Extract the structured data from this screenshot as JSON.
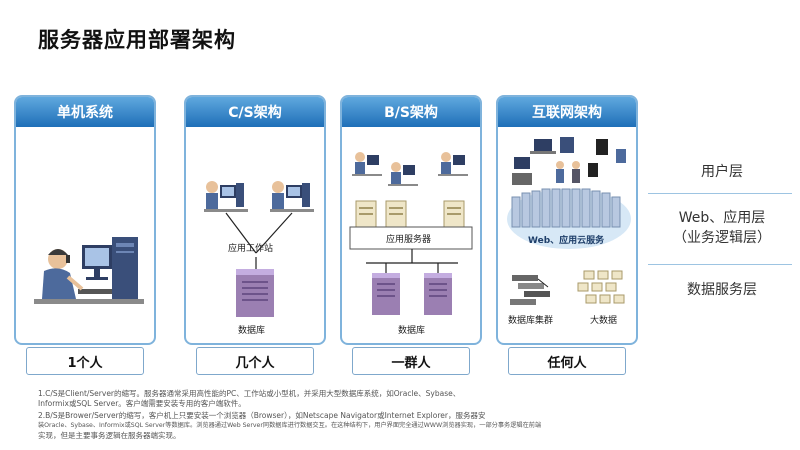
{
  "title": "服务器应用部署架构",
  "panels": [
    {
      "header": "单机系统",
      "footer": "1个人"
    },
    {
      "header": "C/S架构",
      "footer": "几个人",
      "label_top": "应用工作站",
      "label_bottom": "数据库"
    },
    {
      "header": "B/S架构",
      "footer": "一群人",
      "label_top": "应用服务器",
      "label_bottom": "数据库"
    },
    {
      "header": "互联网架构",
      "footer": "任何人",
      "cloud_label": "Web、应用云服务",
      "cluster_label": "数据库集群",
      "bigdata_label": "大数据"
    }
  ],
  "layers": {
    "user": "用户层",
    "web_line1": "Web、应用层",
    "web_line2": "（业务逻辑层）",
    "data": "数据服务层"
  },
  "notes": [
    "1.C/S是Client/Server的缩写。服务器通常采用高性能的PC、工作站或小型机，并采用大型数据库系统，如Oracle、Sybase、",
    "Informix或SQL Server。客户端需要安装专用的客户端软件。",
    "2.B/S是Brower/Server的缩写，客户机上只要安装一个浏览器（Browser），如Netscape Navigator或Internet Explorer，服务器安",
    "装Oracle、Sybase、Informix或SQL Server等数据库。浏览器通过Web Server同数据库进行数据交互。在这种结构下，用户界面完全通过WWW浏览器实现，一部分事务逻辑在前端",
    "实现，但是主要事务逻辑在服务器端实现。"
  ],
  "colors": {
    "header_top": "#5fa8de",
    "header_bottom": "#1f6fb8",
    "panel_border": "#7fb3dc",
    "server": "#9b7fb2",
    "rack": "#b8c8e0"
  }
}
